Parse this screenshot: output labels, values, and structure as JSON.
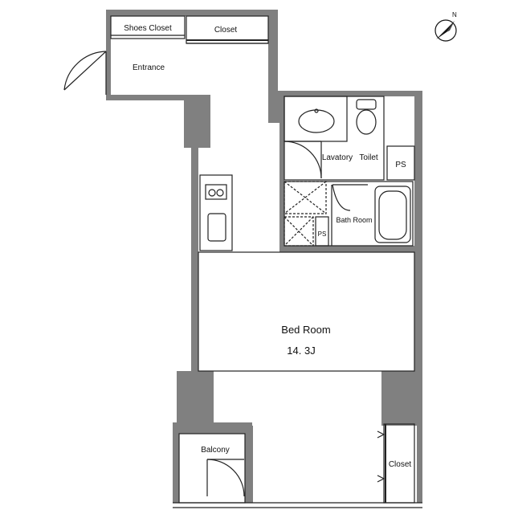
{
  "plan": {
    "rooms": {
      "shoes_closet": "Shoes Closet",
      "closet_top": "Closet",
      "entrance": "Entrance",
      "lavatory": "Lavatory",
      "toilet": "Toilet",
      "ps_right": "PS",
      "bath_room": "Bath Room",
      "ps_small": "PS",
      "bed_room": "Bed Room",
      "bed_room_size": "14. 3J",
      "balcony": "Balcony",
      "closet_bottom": "Closet"
    },
    "compass": {
      "letter": "N",
      "icon": "north-arrow-icon"
    }
  }
}
